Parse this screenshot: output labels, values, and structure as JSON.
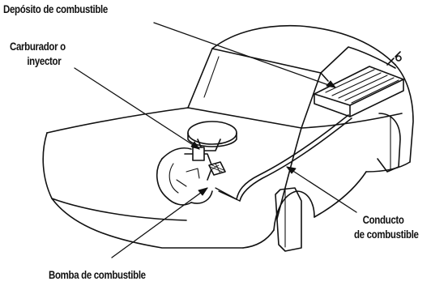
{
  "labels": {
    "fuel_tank": "Depósito de combustible",
    "carburetor_line1": "Carburador o",
    "carburetor_line2": "inyector",
    "fuel_line_line1": "Conducto",
    "fuel_line_line2": "de combustible",
    "fuel_pump": "Bomba de combustible"
  },
  "colors": {
    "ink": "#111111",
    "background": "#ffffff"
  }
}
